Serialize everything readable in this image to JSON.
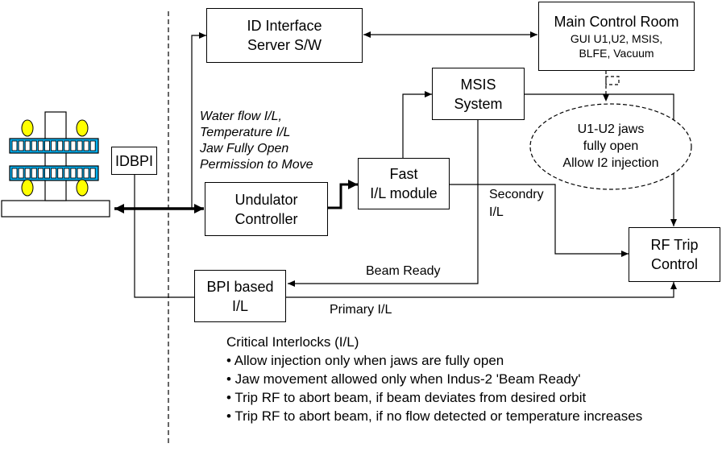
{
  "nodes": {
    "id_interface": {
      "line1": "ID Interface",
      "line2": "Server S/W"
    },
    "main_control": {
      "title": "Main Control Room",
      "line1": "GUI U1,U2, MSIS,",
      "line2": "BLFE, Vacuum"
    },
    "msis": {
      "line1": "MSIS",
      "line2": "System"
    },
    "jaws": {
      "line1": "U1-U2 jaws",
      "line2": "fully open",
      "line3": "Allow I2 injection"
    },
    "idbpi": {
      "label": "IDBPI"
    },
    "fast_il": {
      "line1": "Fast",
      "line2": "I/L module"
    },
    "undulator": {
      "line1": "Undulator",
      "line2": "Controller"
    },
    "rf_trip": {
      "line1": "RF Trip",
      "line2": "Control"
    },
    "bpi": {
      "line1": "BPI based",
      "line2": "I/L"
    }
  },
  "edge_labels": {
    "interlock_list": [
      "Water flow I/L,",
      "Temperature I/L",
      "Jaw Fully Open",
      "Permission to Move"
    ],
    "secondary_1": "Secondry",
    "secondary_2": "I/L",
    "beam_ready": "Beam Ready",
    "primary": "Primary I/L"
  },
  "notes": {
    "heading": "Critical Interlocks (I/L)",
    "items": [
      "• Allow injection only when jaws are fully open",
      "• Jaw movement allowed only when Indus-2 'Beam Ready'",
      "• Trip RF to abort beam, if beam deviates from desired orbit",
      "• Trip RF to abort beam, if no flow detected or temperature increases"
    ]
  },
  "colors": {
    "magnet": "#00b0f0",
    "pole": "#ffff00",
    "line": "#000000"
  }
}
